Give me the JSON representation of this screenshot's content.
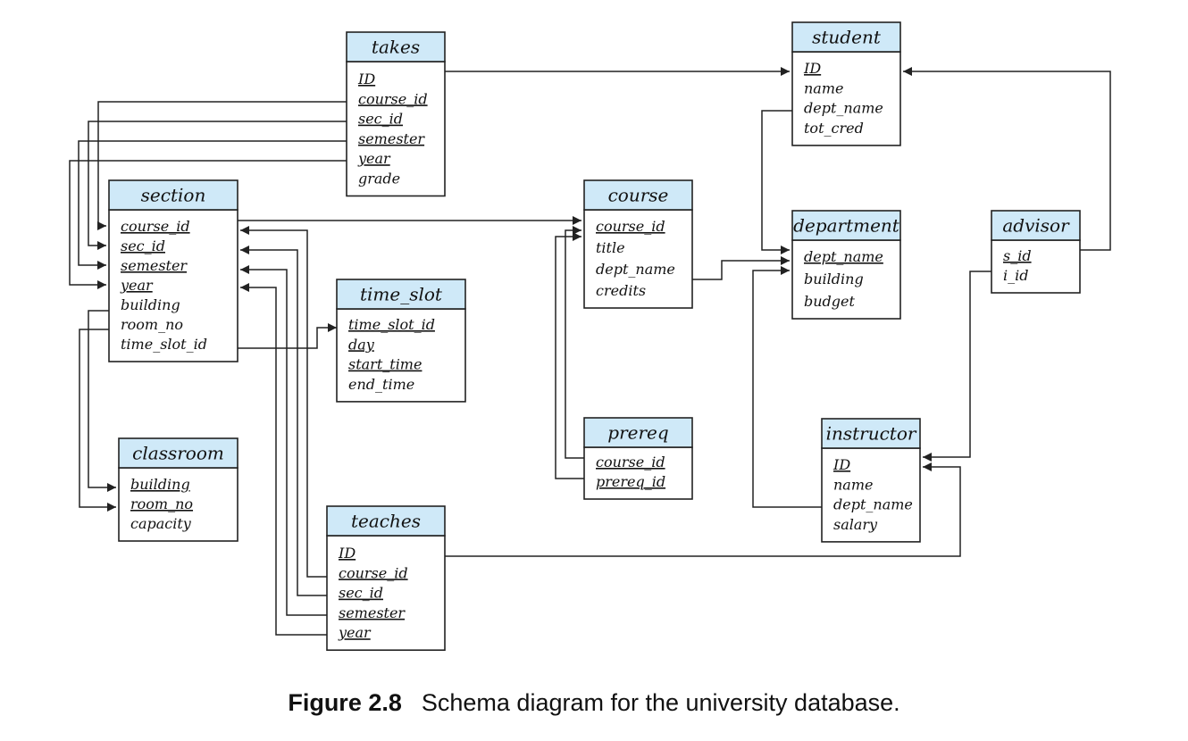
{
  "tables": {
    "takes": {
      "title": "takes",
      "attrs": [
        {
          "name": "ID",
          "pk": true
        },
        {
          "name": "course_id",
          "pk": true
        },
        {
          "name": "sec_id",
          "pk": true
        },
        {
          "name": "semester",
          "pk": true
        },
        {
          "name": "year",
          "pk": true
        },
        {
          "name": "grade",
          "pk": false
        }
      ]
    },
    "student": {
      "title": "student",
      "attrs": [
        {
          "name": "ID",
          "pk": true
        },
        {
          "name": "name",
          "pk": false
        },
        {
          "name": "dept_name",
          "pk": false
        },
        {
          "name": "tot_cred",
          "pk": false
        }
      ]
    },
    "section": {
      "title": "section",
      "attrs": [
        {
          "name": "course_id",
          "pk": true
        },
        {
          "name": "sec_id",
          "pk": true
        },
        {
          "name": "semester",
          "pk": true
        },
        {
          "name": "year",
          "pk": true
        },
        {
          "name": "building",
          "pk": false
        },
        {
          "name": "room_no",
          "pk": false
        },
        {
          "name": "time_slot_id",
          "pk": false
        }
      ]
    },
    "course": {
      "title": "course",
      "attrs": [
        {
          "name": "course_id",
          "pk": true
        },
        {
          "name": "title",
          "pk": false
        },
        {
          "name": "dept_name",
          "pk": false
        },
        {
          "name": "credits",
          "pk": false
        }
      ]
    },
    "department": {
      "title": "department",
      "attrs": [
        {
          "name": "dept_name",
          "pk": true
        },
        {
          "name": "building",
          "pk": false
        },
        {
          "name": "budget",
          "pk": false
        }
      ]
    },
    "advisor": {
      "title": "advisor",
      "attrs": [
        {
          "name": "s_id",
          "pk": true
        },
        {
          "name": "i_id",
          "pk": false
        }
      ]
    },
    "time_slot": {
      "title": "time_slot",
      "attrs": [
        {
          "name": "time_slot_id",
          "pk": true
        },
        {
          "name": "day",
          "pk": true
        },
        {
          "name": "start_time",
          "pk": true
        },
        {
          "name": "end_time",
          "pk": false
        }
      ]
    },
    "prereq": {
      "title": "prereq",
      "attrs": [
        {
          "name": "course_id",
          "pk": true
        },
        {
          "name": "prereq_id",
          "pk": true
        }
      ]
    },
    "instructor": {
      "title": "instructor",
      "attrs": [
        {
          "name": "ID",
          "pk": true
        },
        {
          "name": "name",
          "pk": false
        },
        {
          "name": "dept_name",
          "pk": false
        },
        {
          "name": "salary",
          "pk": false
        }
      ]
    },
    "classroom": {
      "title": "classroom",
      "attrs": [
        {
          "name": "building",
          "pk": true
        },
        {
          "name": "room_no",
          "pk": true
        },
        {
          "name": "capacity",
          "pk": false
        }
      ]
    },
    "teaches": {
      "title": "teaches",
      "attrs": [
        {
          "name": "ID",
          "pk": true
        },
        {
          "name": "course_id",
          "pk": true
        },
        {
          "name": "sec_id",
          "pk": true
        },
        {
          "name": "semester",
          "pk": true
        },
        {
          "name": "year",
          "pk": true
        }
      ]
    }
  },
  "caption": {
    "label": "Figure 2.8",
    "text": "Schema diagram for the university database."
  }
}
